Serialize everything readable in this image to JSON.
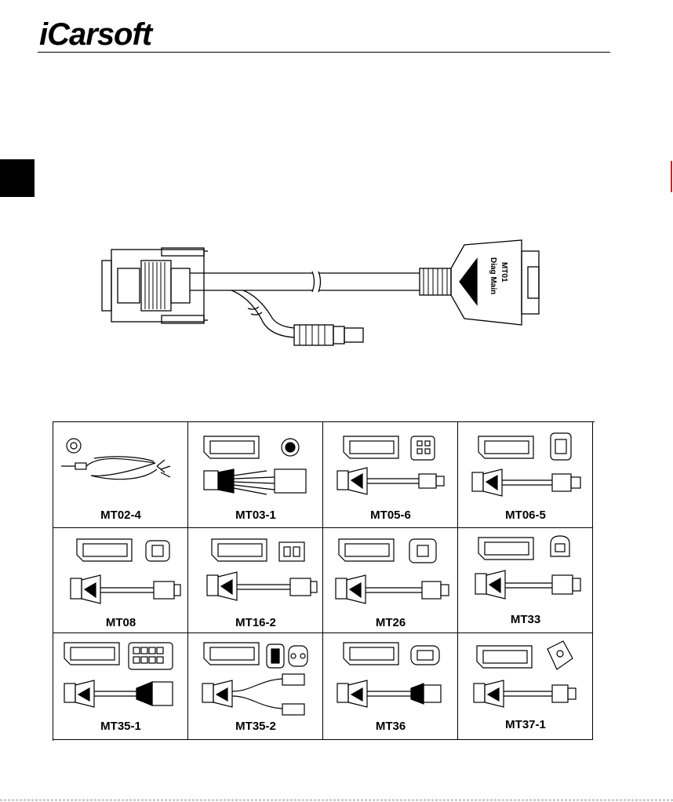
{
  "brand": {
    "logo_text": "iCarsoft"
  },
  "main_cable": {
    "label_line1": "MT01",
    "label_line2": "Diag Main"
  },
  "adapters": [
    {
      "label": "MT02-4"
    },
    {
      "label": "MT03-1"
    },
    {
      "label": "MT05-6"
    },
    {
      "label": "MT06-5"
    },
    {
      "label": "MT08"
    },
    {
      "label": "MT16-2"
    },
    {
      "label": "MT26"
    },
    {
      "label": "MT33"
    },
    {
      "label": "MT35-1"
    },
    {
      "label": "MT35-2"
    },
    {
      "label": "MT36"
    },
    {
      "label": "MT37-1"
    }
  ]
}
